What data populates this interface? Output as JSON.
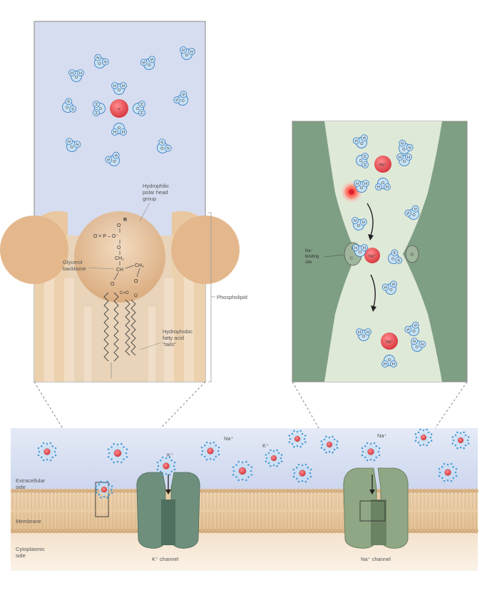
{
  "colors": {
    "water_fill": "#c9e2f4",
    "water_stroke": "#3b7fc0",
    "ion_red": "#e8545a",
    "membrane_tan": "#e8c9a3",
    "channel_green": "#7f9f84",
    "panel_blue": "#d6ddf0"
  },
  "left_panel": {
    "ion_label": "+",
    "hydrophilic_label": [
      "Hydrophilic",
      "polar head",
      "group"
    ],
    "glycerol_label": [
      "Glycerol",
      "backbone"
    ],
    "hydrophobic_label": [
      "Hydrophobic",
      "fatty acid",
      "\"tails\""
    ],
    "phospholipid_label": "Phospholipid",
    "chem": {
      "r": "R",
      "o1": "O",
      "p": "O = P – O⁻",
      "o2": "O",
      "ch2a": "CH₂",
      "ch": "CH",
      "ch2b": "CH₂",
      "o3": "O",
      "o4": "O",
      "co": "C=O",
      "o5": "O"
    }
  },
  "right_panel": {
    "na_label": "Na⁺",
    "binding_label": [
      "Na⁺",
      "binding",
      "site"
    ],
    "atom_o": "O",
    "atom_c": "C"
  },
  "bottom": {
    "extracellular": [
      "Extracellular",
      "side"
    ],
    "membrane": "Membrane",
    "cytoplasmic": [
      "Cytoplasmic",
      "side"
    ],
    "k_channel": "K⁺ channel",
    "na_channel": "Na⁺ channel",
    "k_ion": "K⁺",
    "na_ion_1": "Na⁺",
    "k_ion_2": "K⁺",
    "na_ion_2": "Na⁺"
  },
  "water": {
    "h": "H",
    "o": "O"
  }
}
